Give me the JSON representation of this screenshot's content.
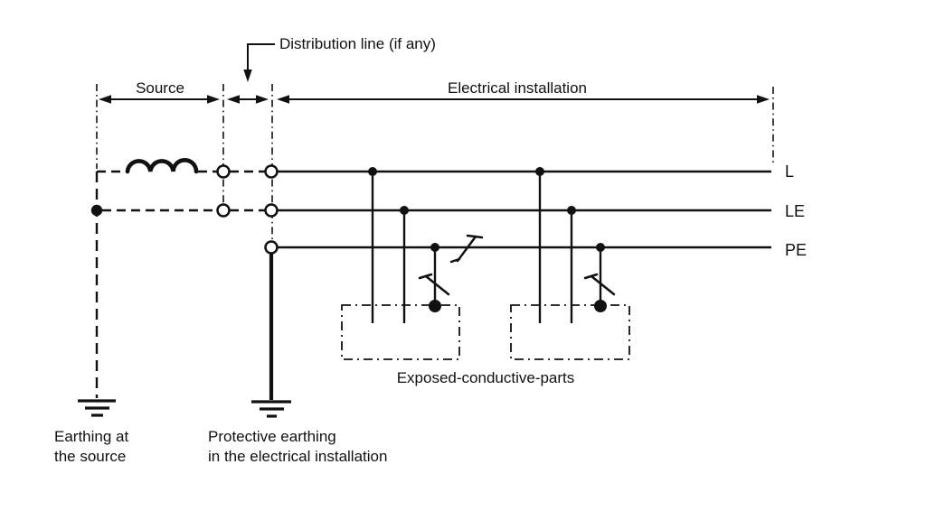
{
  "diagram": {
    "annotation": {
      "distribution_line": "Distribution line (if any)"
    },
    "regions": {
      "source": "Source",
      "installation": "Electrical installation"
    },
    "conductor_labels": {
      "l": "L",
      "le": "LE",
      "pe": "PE"
    },
    "captions": {
      "exposed_parts": "Exposed-conductive-parts",
      "earthing_source_line1": "Earthing at",
      "earthing_source_line2": "the source",
      "protective_earthing_line1": "Protective earthing",
      "protective_earthing_line2": "in the electrical installation"
    },
    "colors": {
      "ink": "#111111",
      "background": "#ffffff"
    }
  }
}
